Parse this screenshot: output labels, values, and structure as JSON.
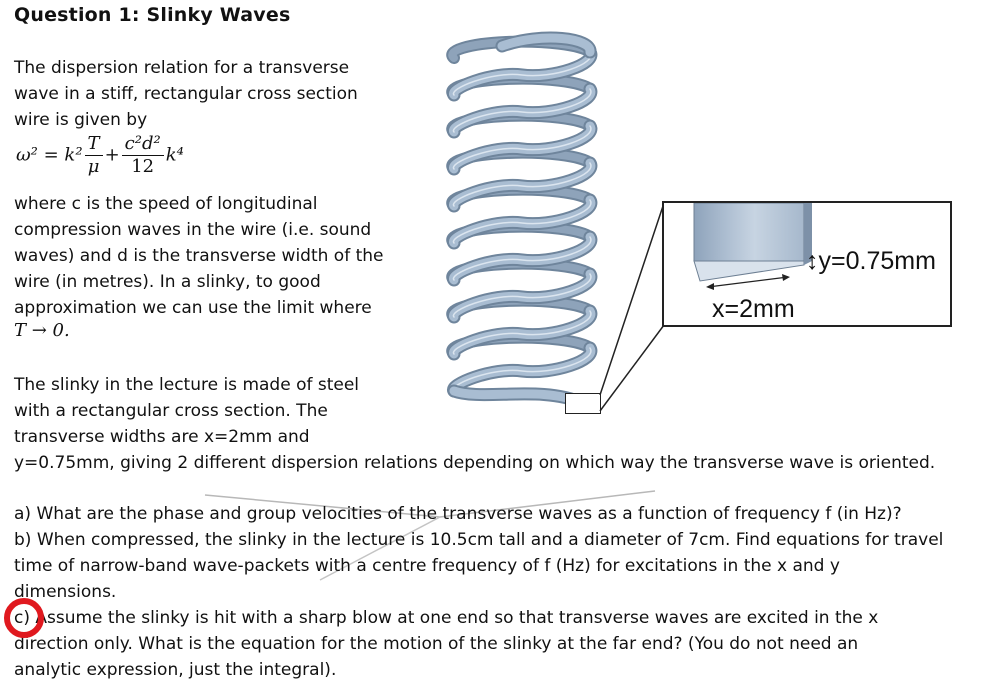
{
  "question": {
    "title": "Question 1: Slinky Waves",
    "intro": [
      "The dispersion relation for a transverse",
      "wave in a stiff, rectangular cross section",
      "wire is given by"
    ],
    "equation": {
      "lhs": "ω² = k²",
      "t_num": "T",
      "t_den": "μ",
      "plus": "+",
      "c_num": "c²d²",
      "c_den": "12",
      "tail": "k⁴"
    },
    "where_lines": [
      "where c is the speed of longitudinal",
      "compression waves in the wire (i.e. sound",
      "waves) and d is the transverse width of the",
      "wire (in metres).   In a slinky, to good",
      "approximation we can use the limit where"
    ],
    "limit": "T → 0.",
    "slinky_lines": [
      "The slinky in the lecture is made of steel",
      "with a rectangular cross section. The",
      "transverse widths are x=2mm and",
      "y=0.75mm, giving 2 different dispersion relations depending on which way the transverse wave is oriented."
    ],
    "parts": [
      "a) What are the phase and group velocities of the transverse waves as a function of frequency f (in Hz)?",
      "b) When compressed, the slinky in the lecture is 10.5cm tall and a diameter of 7cm. Find equations for travel",
      "time of narrow-band wave-packets with a centre frequency of f (Hz) for excitations in the x and y",
      "dimensions.",
      "c) Assume the slinky is hit with a sharp blow at one end so that transverse waves are excited in the x",
      "direction only. What is the equation for the motion of the slinky at the far end?  (You do not need an",
      "analytic expression, just the integral)."
    ]
  },
  "figure": {
    "y_label": "↕y=0.75mm",
    "x_label": "x=2mm",
    "slinky_color": "#a9bdd2",
    "highlight_color": "#e0191f"
  }
}
